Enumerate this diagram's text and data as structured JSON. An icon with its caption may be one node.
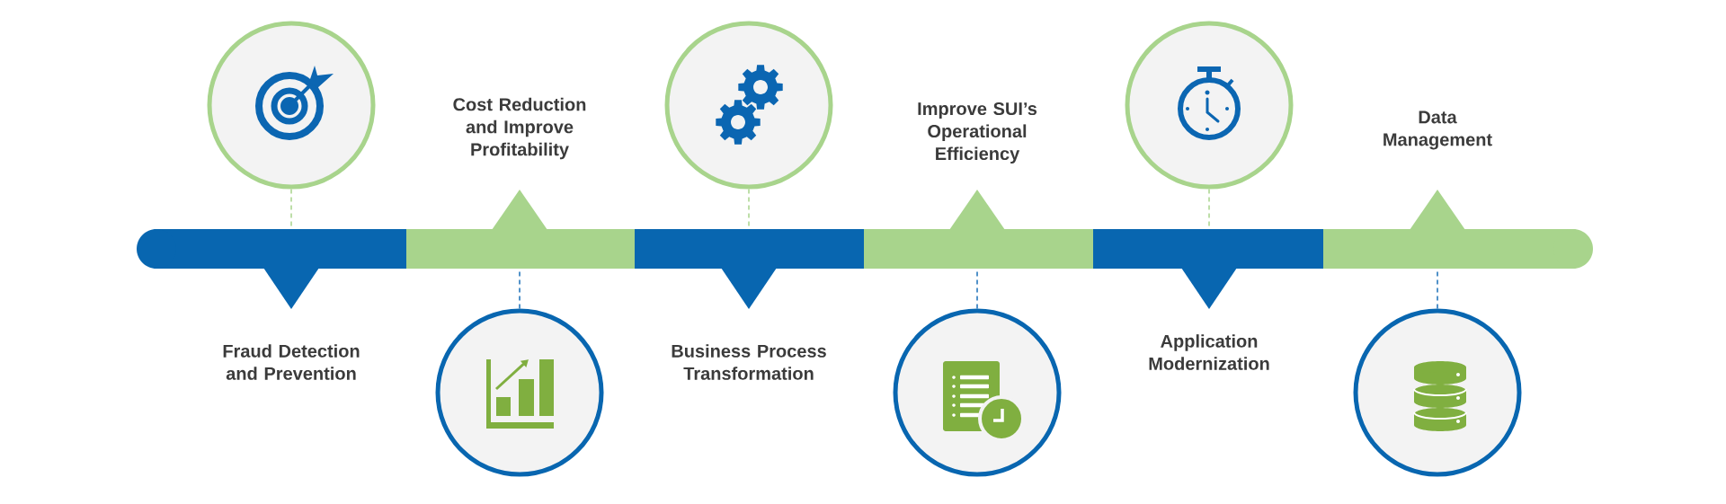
{
  "diagram": {
    "nodes": [
      {
        "text": [],
        "shape": "bar"
      },
      {
        "text": [],
        "shape": "bar"
      },
      {
        "text": [],
        "shape": "bar"
      },
      {
        "text": [],
        "shape": "bar"
      },
      {
        "text": [],
        "shape": "bar"
      },
      {
        "text": [],
        "shape": "bar"
      },
      {
        "text": [],
        "shape": "circle"
      },
      {
        "text": [],
        "shape": "circle"
      },
      {
        "text": [],
        "shape": "circle"
      },
      {
        "text": [],
        "shape": "circle"
      },
      {
        "text": [],
        "shape": "circle"
      },
      {
        "text": [],
        "shape": "circle"
      }
    ],
    "edges": [
      {
        "from": 6,
        "to": 0,
        "arrow": "none",
        "style": "dashed",
        "color": "#a8d48c"
      },
      {
        "from": 7,
        "to": 1,
        "arrow": "none",
        "style": "dashed",
        "color": "#1a6fb8"
      },
      {
        "from": 8,
        "to": 2,
        "arrow": "none",
        "style": "dashed",
        "color": "#a8d48c"
      },
      {
        "from": 9,
        "to": 3,
        "arrow": "none",
        "style": "dashed",
        "color": "#1a6fb8"
      },
      {
        "from": 10,
        "to": 4,
        "arrow": "none",
        "style": "dashed",
        "color": "#a8d48c"
      },
      {
        "from": 11,
        "to": 5,
        "arrow": "none",
        "style": "dashed",
        "color": "#1a6fb8"
      }
    ],
    "labels": [
      "Fraud Detection and Prevention",
      "Cost Reduction and Improve Profitability",
      "Business Process Transformation",
      "Improve SUI’s Operational Efficiency",
      "Application Modernization",
      "Data Management"
    ]
  }
}
